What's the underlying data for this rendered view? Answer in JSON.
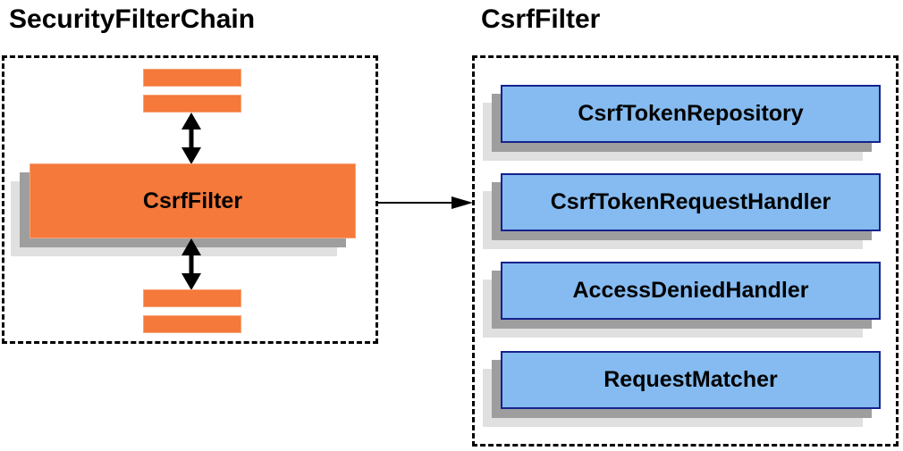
{
  "left_panel": {
    "title": "SecurityFilterChain",
    "filter_node_label": "CsrfFilter"
  },
  "right_panel": {
    "title": "CsrfFilter",
    "components": [
      "CsrfTokenRepository",
      "CsrfTokenRequestHandler",
      "AccessDeniedHandler",
      "RequestMatcher"
    ]
  },
  "connectors": {
    "top_vertical": "double-headed-vertical-arrow",
    "bottom_vertical": "double-headed-vertical-arrow",
    "filter_to_components": "right-arrow"
  },
  "colors": {
    "orange-fill": "#F4793B",
    "orange-border": "#F9A477",
    "blue-fill": "#85BBF0",
    "blue-border": "#16228C",
    "shadow-dark": "#9E9E9E",
    "shadow-light": "#E0E0E0",
    "ink": "#000000",
    "bg": "#FFFFFF"
  }
}
